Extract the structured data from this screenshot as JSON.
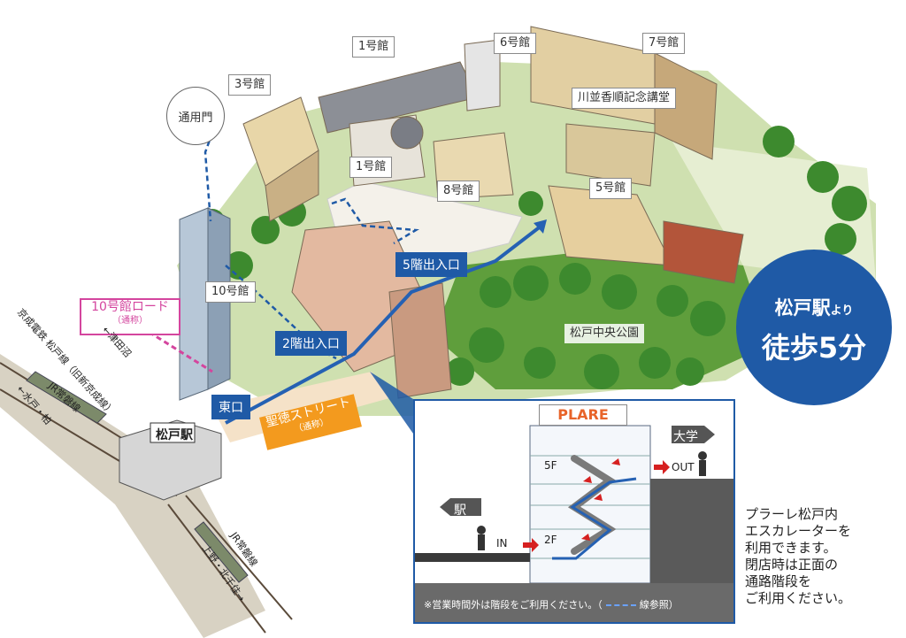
{
  "buildings": {
    "b1a": "1号館",
    "b1b": "1号館",
    "b3": "3号館",
    "b5": "5号館",
    "b6": "6号館",
    "b7": "7号館",
    "b8": "8号館",
    "b10": "10号館",
    "hall": "川並香順記念講堂",
    "gate": "通用門",
    "park": "松戸中央公園"
  },
  "entrances": {
    "east": "東口",
    "floor2": "2階出入口",
    "floor5": "5階出入口"
  },
  "roads": {
    "road10_name": "10号館ロード",
    "road10_note": "（通称）",
    "seitoku_name": "聖徳ストリート",
    "seitoku_note": "（通称）"
  },
  "rail": {
    "keisei": "京成電鉄 松戸線（旧新京成線）",
    "tsudanuma": "←津田沼",
    "jr_top": "JR常磐線",
    "mito": "←水戸・柏",
    "jr_bottom": "JR常磐線",
    "ueno": "上野・北千住→",
    "station_sign": "松戸駅"
  },
  "badge": {
    "line1_main": "松戸駅",
    "line1_small": "より",
    "line2": "徒歩5分"
  },
  "inset": {
    "plare": "PLARE",
    "daigaku": "大学",
    "eki": "駅",
    "out": "OUT",
    "in": "IN",
    "f5": "5F",
    "f2": "2F",
    "note_pre": "※営業時間外は階段をご利用ください。（",
    "note_post": "線参照）"
  },
  "side_note": {
    "lines": [
      "プラーレ松戸内",
      "エスカレーターを",
      "利用できます。",
      "閉店時は正面の",
      "通路階段を",
      "ご利用ください。"
    ]
  },
  "colors": {
    "brand_blue": "#1f5aa6",
    "road_pink": "#d4459e",
    "road_orange": "#f39a1e",
    "plare_orange": "#e8642a",
    "arrow_red": "#d62020"
  }
}
